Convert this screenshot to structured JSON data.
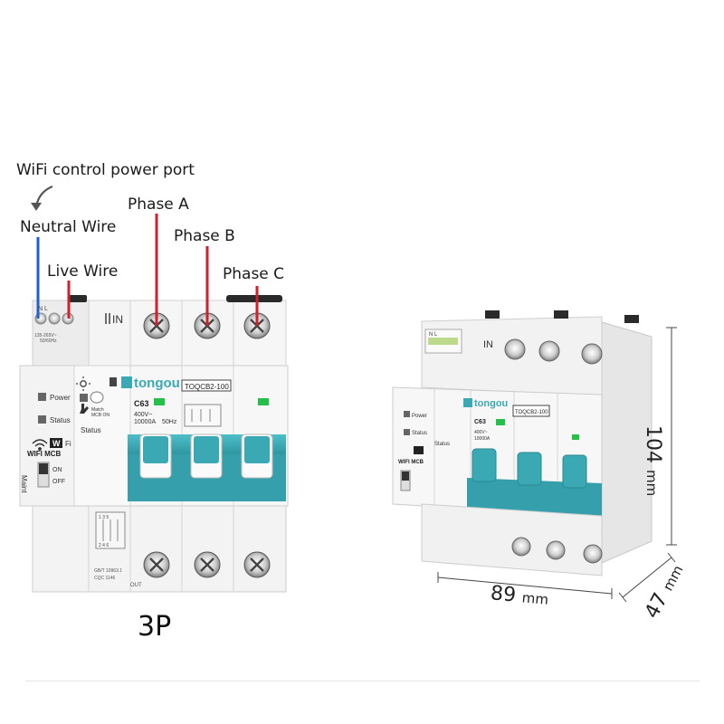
{
  "callouts": {
    "wifi_port": "WiFi control power port",
    "neutral": "Neutral Wire",
    "live": "Live Wire",
    "phase_a": "Phase A",
    "phase_b": "Phase B",
    "phase_c": "Phase C"
  },
  "pole_label": "3P",
  "device": {
    "brand": "tongou",
    "model": "TOQCB2-100",
    "rating": "C63",
    "spec_line1": "400V~",
    "spec_line2": "10000A",
    "spec_freq": "50Hz",
    "in_label": "IN",
    "out_label": "OUT",
    "port_terms": "N    L",
    "port_spec1": "135-265V~",
    "port_spec2": "50/60Hz",
    "power_label": "Power",
    "status_label": "Status",
    "status_label2": "Status",
    "match_label1": "Match",
    "match_label2": "MCB ON",
    "wifi_w": "W",
    "wifi_fi": "Fi",
    "wifi_mcb": "WIFI MCB",
    "maint": "Maint",
    "on": "ON",
    "off": "OFF",
    "diagram_top": "1  3  5",
    "diagram_bottom": "2  4  6",
    "standard1": "GB/T 10963.1",
    "standard2": "CQC 1146"
  },
  "dimensions": {
    "width_value": "89",
    "height_value": "104",
    "depth_value": "47",
    "unit": "mm"
  },
  "colors": {
    "accent_teal": "#3aa9b4",
    "wire_red": "#d11f2c",
    "wire_blue": "#1f5fd1",
    "indicator_green": "#25c04a"
  }
}
